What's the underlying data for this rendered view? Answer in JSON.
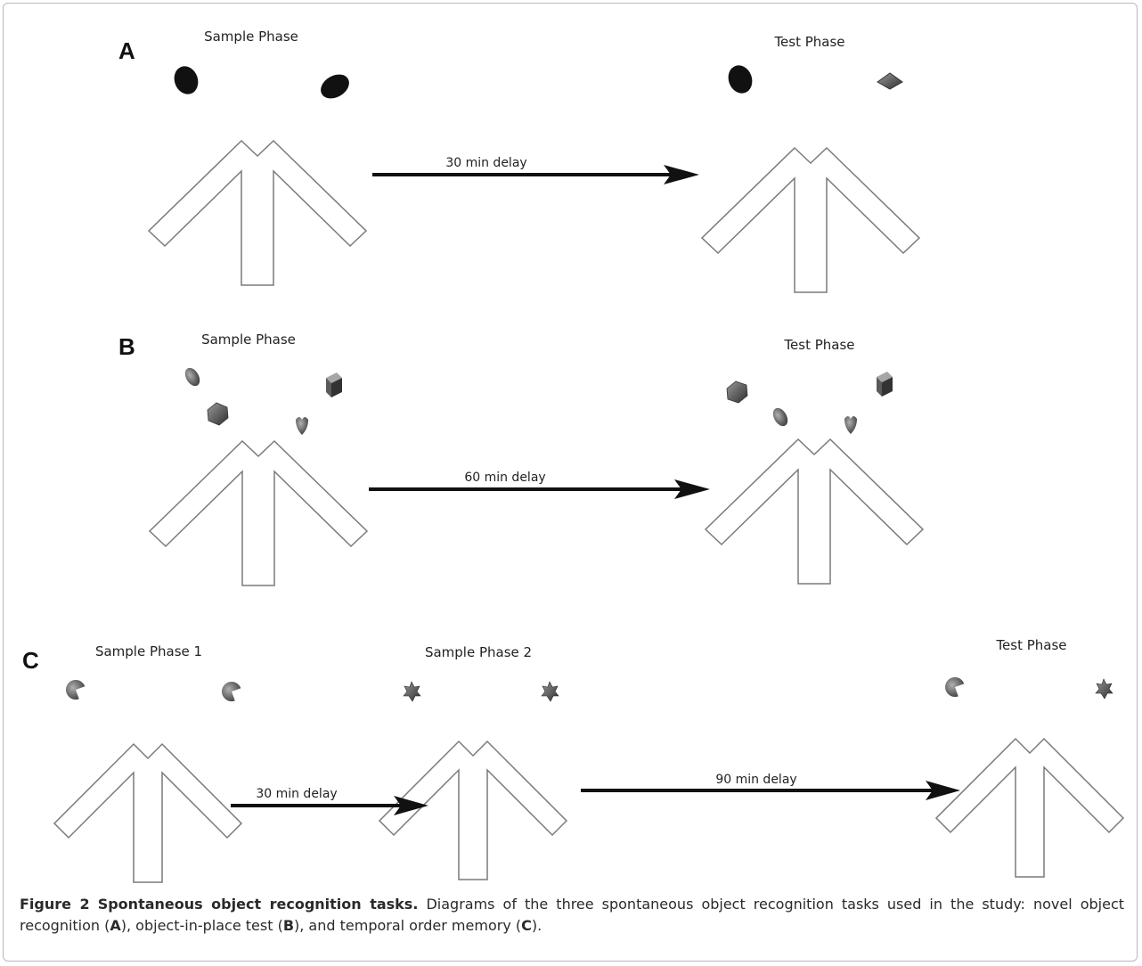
{
  "panels": {
    "a": {
      "letter": "A",
      "sample_label": "Sample Phase",
      "delay_label": "30 min delay",
      "test_label": "Test Phase"
    },
    "b": {
      "letter": "B",
      "sample_label": "Sample Phase",
      "delay_label": "60 min delay",
      "test_label": "Test Phase"
    },
    "c": {
      "letter": "C",
      "sample1_label": "Sample Phase 1",
      "delay1_label": "30 min delay",
      "sample2_label": "Sample Phase 2",
      "delay2_label": "90 min delay",
      "test_label": "Test Phase"
    }
  },
  "caption": {
    "figure_number": "Figure 2",
    "title": "Spontaneous object recognition tasks.",
    "text_1": "Diagrams of the three spontaneous object recognition tasks used in the study: novel object recognition (",
    "ref_a": "A",
    "text_2": "), object-in-place test (",
    "ref_b": "B",
    "text_3": "), and temporal order memory (",
    "ref_c": "C",
    "text_4": ")."
  },
  "colors": {
    "maze_stroke": "#7a7a7a",
    "arrow": "#111111",
    "object_dark": "#111111",
    "object_gray": "#6e6e6e",
    "caption_text": "#2a2a2a"
  }
}
